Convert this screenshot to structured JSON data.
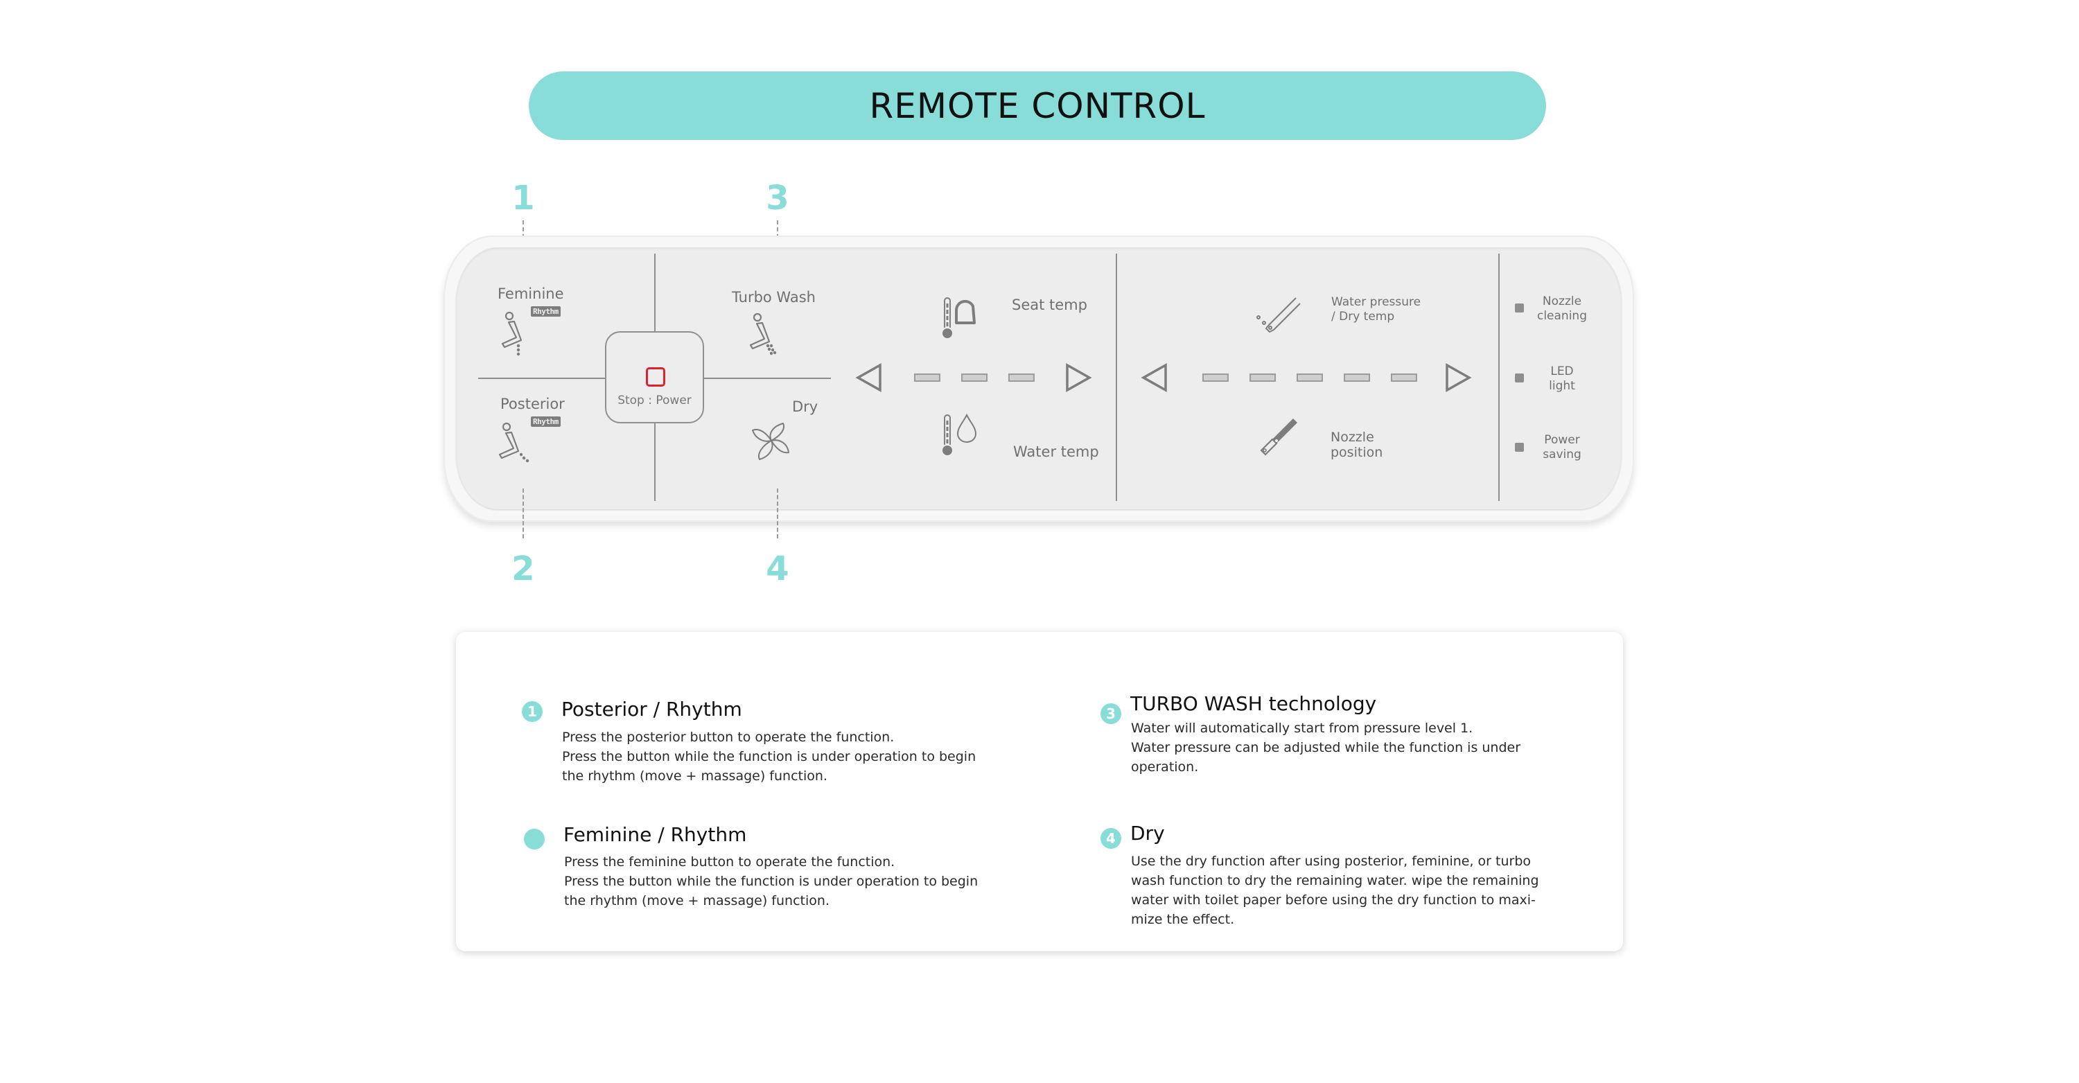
{
  "title": "REMOTE CONTROL",
  "colors": {
    "accent": "#88DDD8",
    "stop_icon": "#D9232E",
    "panel_face": "#EDEDED",
    "icon_gray": "#7D7D7D"
  },
  "callouts": [
    "1",
    "2",
    "3",
    "4"
  ],
  "remote": {
    "feminine": {
      "label": "Feminine",
      "tag": "Rhythm",
      "icon": "feminine-wash-icon"
    },
    "posterior": {
      "label": "Posterior",
      "tag": "Rhythm",
      "icon": "posterior-wash-icon"
    },
    "stop_power": {
      "label": "Stop : Power",
      "icon": "stop-square-icon"
    },
    "turbo_wash": {
      "label": "Turbo Wash",
      "icon": "turbo-wash-icon"
    },
    "dry": {
      "label": "Dry",
      "icon": "fan-icon"
    },
    "seat_temp": {
      "label": "Seat temp",
      "icon": "seat-thermometer-icon"
    },
    "water_temp": {
      "label": "Water temp",
      "icon": "water-thermometer-icon"
    },
    "temp_levels": 3,
    "water_pressure": {
      "label_line1": "Water pressure",
      "label_line2": "/ Dry temp",
      "icon": "nozzle-spray-icon"
    },
    "nozzle_position": {
      "label_line1": "Nozzle",
      "label_line2": "position",
      "icon": "nozzle-icon"
    },
    "pressure_levels": 5,
    "indicators": [
      {
        "line1": "Nozzle",
        "line2": "cleaning"
      },
      {
        "line1": "LED",
        "line2": "light"
      },
      {
        "line1": "Power",
        "line2": "saving"
      }
    ]
  },
  "descriptions": [
    {
      "badge": "1",
      "title": "Posterior / Rhythm",
      "lines": [
        "Press the posterior button to operate the function.",
        "Press the button while the function is under operation to begin",
        "the rhythm (move + massage) function."
      ]
    },
    {
      "badge": "",
      "title": "Feminine / Rhythm",
      "lines": [
        "Press the feminine button to operate the function.",
        "Press the button while the function is under operation to begin",
        "the rhythm (move + massage) function."
      ]
    },
    {
      "badge": "3",
      "title": "TURBO WASH technology",
      "lines": [
        "Water will automatically start from pressure level 1.",
        "Water pressure can be adjusted while the function is under",
        "operation."
      ]
    },
    {
      "badge": "4",
      "title": "Dry",
      "lines": [
        "Use the dry function after using posterior, feminine, or turbo",
        "wash function to dry the remaining water. wipe the remaining",
        "water with toilet paper before using the dry function to  maxi-",
        "mize the effect."
      ]
    }
  ]
}
